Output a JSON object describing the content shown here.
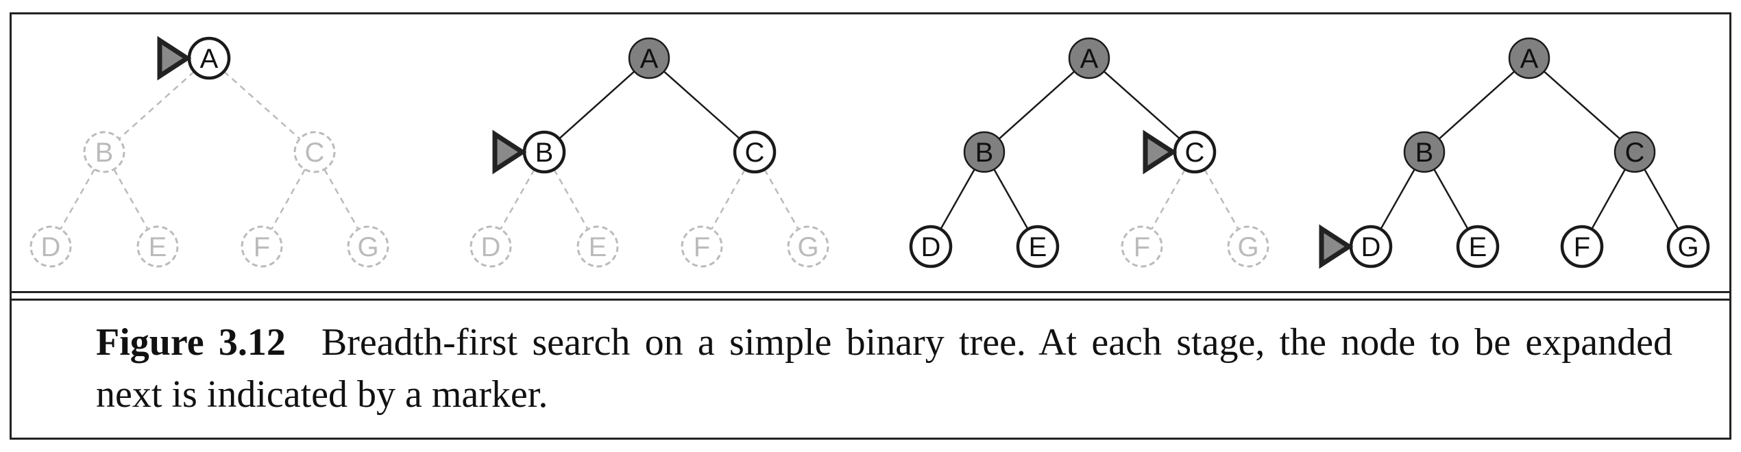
{
  "caption": {
    "label": "Figure 3.12",
    "text": "Breadth-first search on a simple binary tree. At each stage, the node to be expanded next is indicated by a marker."
  },
  "colors": {
    "expanded_fill": "#808080",
    "frontier_stroke": "#1a1a1a",
    "unexplored_stroke": "#bbbbbb",
    "marker": "#222222"
  },
  "tree": {
    "nodes": [
      "A",
      "B",
      "C",
      "D",
      "E",
      "F",
      "G"
    ],
    "edges": [
      [
        "A",
        "B"
      ],
      [
        "A",
        "C"
      ],
      [
        "B",
        "D"
      ],
      [
        "B",
        "E"
      ],
      [
        "C",
        "F"
      ],
      [
        "C",
        "G"
      ]
    ]
  },
  "stages": [
    {
      "expanded": [],
      "frontier": [
        "A"
      ],
      "marker": "A"
    },
    {
      "expanded": [
        "A"
      ],
      "frontier": [
        "B",
        "C"
      ],
      "marker": "B"
    },
    {
      "expanded": [
        "A",
        "B"
      ],
      "frontier": [
        "C",
        "D",
        "E"
      ],
      "marker": "C"
    },
    {
      "expanded": [
        "A",
        "B",
        "C"
      ],
      "frontier": [
        "D",
        "E",
        "F",
        "G"
      ],
      "marker": "D"
    }
  ]
}
